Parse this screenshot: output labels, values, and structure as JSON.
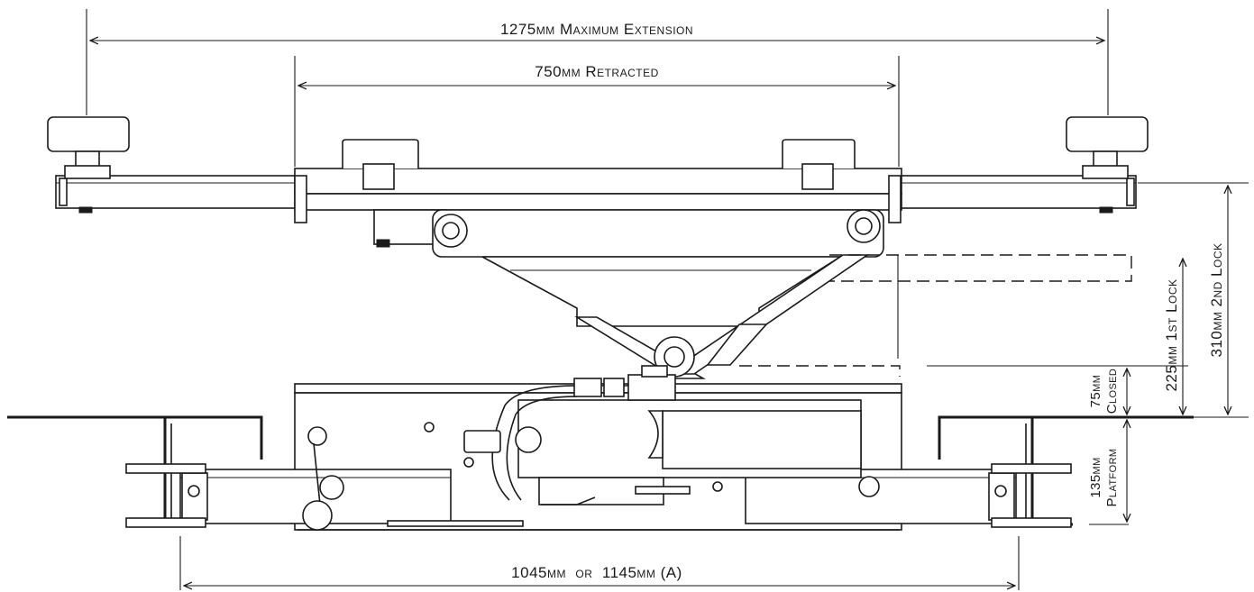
{
  "dimensions": {
    "max_extension": "1275mm Maximum Extension",
    "retracted": "750mm Retracted",
    "lock2": "310mm 2nd Lock",
    "lock1": "225mm 1st Lock",
    "closed_value": "75mm",
    "closed_label": "Closed",
    "platform_value": "135mm",
    "platform_label": "Platform",
    "base_width": "1045mm  or  1145mm (A)"
  },
  "colors": {
    "line": "#1a1a1a",
    "background": "#ffffff"
  }
}
